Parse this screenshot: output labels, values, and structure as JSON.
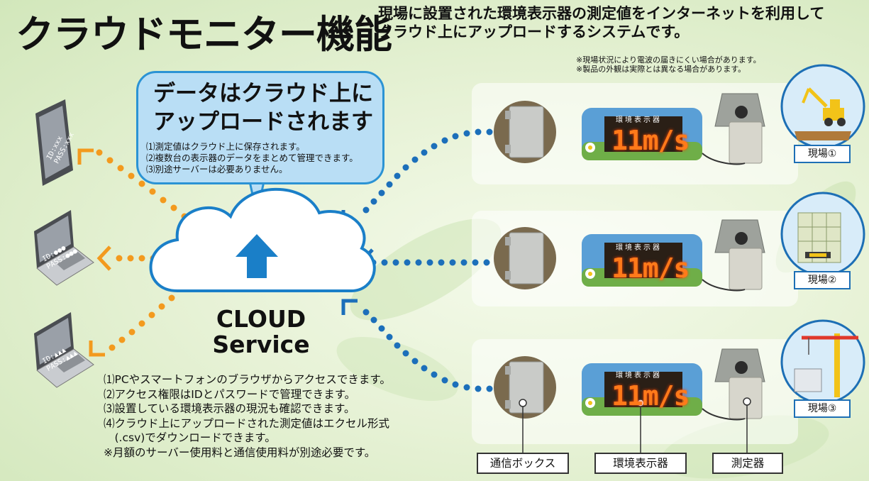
{
  "header": {
    "title": "クラウドモニター機能",
    "subtitle_lines": [
      "現場に設置された環境表示器の測定値をインターネットを利用して",
      "クラウド上にアップロードするシステムです。"
    ]
  },
  "notes": [
    "※現場状況により電波の届きにくい場合があります。",
    "※製品の外観は実際とは異なる場合があります。"
  ],
  "bubble": {
    "headline_lines": [
      "データはクラウド上に",
      "アップロードされます"
    ],
    "points": [
      "⑴測定値はクラウド上に保存されます。",
      "⑵複数台の表示器のデータをまとめて管理できます。",
      "⑶別途サーバーは必要ありません。"
    ]
  },
  "cloud": {
    "label_lines": [
      "CLOUD",
      "Service"
    ],
    "icon": "upload-arrow-icon"
  },
  "features": [
    "⑴PCやスマートフォンのブラウザからアクセスできます。",
    "⑵アクセス権限はIDとパスワードで管理できます。",
    "⑶設置している環境表示器の現況も確認できます。",
    "⑷クラウド上にアップロードされた測定値はエクセル形式",
    "　(.csv)でダウンロードできます。",
    "※月額のサーバー使用料と通信使用料が別途必要です。"
  ],
  "devices": [
    {
      "type": "smartphone",
      "credentials": [
        "ID:xxx",
        "PASS:xxx"
      ]
    },
    {
      "type": "laptop",
      "credentials": [
        "ID:●●●",
        "PASS:●●●"
      ]
    },
    {
      "type": "laptop",
      "credentials": [
        "ID:▲▲▲",
        "PASS:▲▲▲"
      ]
    }
  ],
  "display": {
    "header": "環境表示器",
    "value": "11m/s"
  },
  "sites": [
    {
      "label": "現場①",
      "scene": "excavator"
    },
    {
      "label": "現場②",
      "scene": "building-scaffold"
    },
    {
      "label": "現場③",
      "scene": "tower-crane"
    }
  ],
  "components": [
    "通信ボックス",
    "環境表示器",
    "測定器"
  ],
  "colors": {
    "cloud_blue": "#1a7fc8",
    "orange_dots": "#f39a1e",
    "blue_dots": "#1c6fba",
    "bubble_fill": "#b9def5",
    "led": "#ff7a1a"
  }
}
